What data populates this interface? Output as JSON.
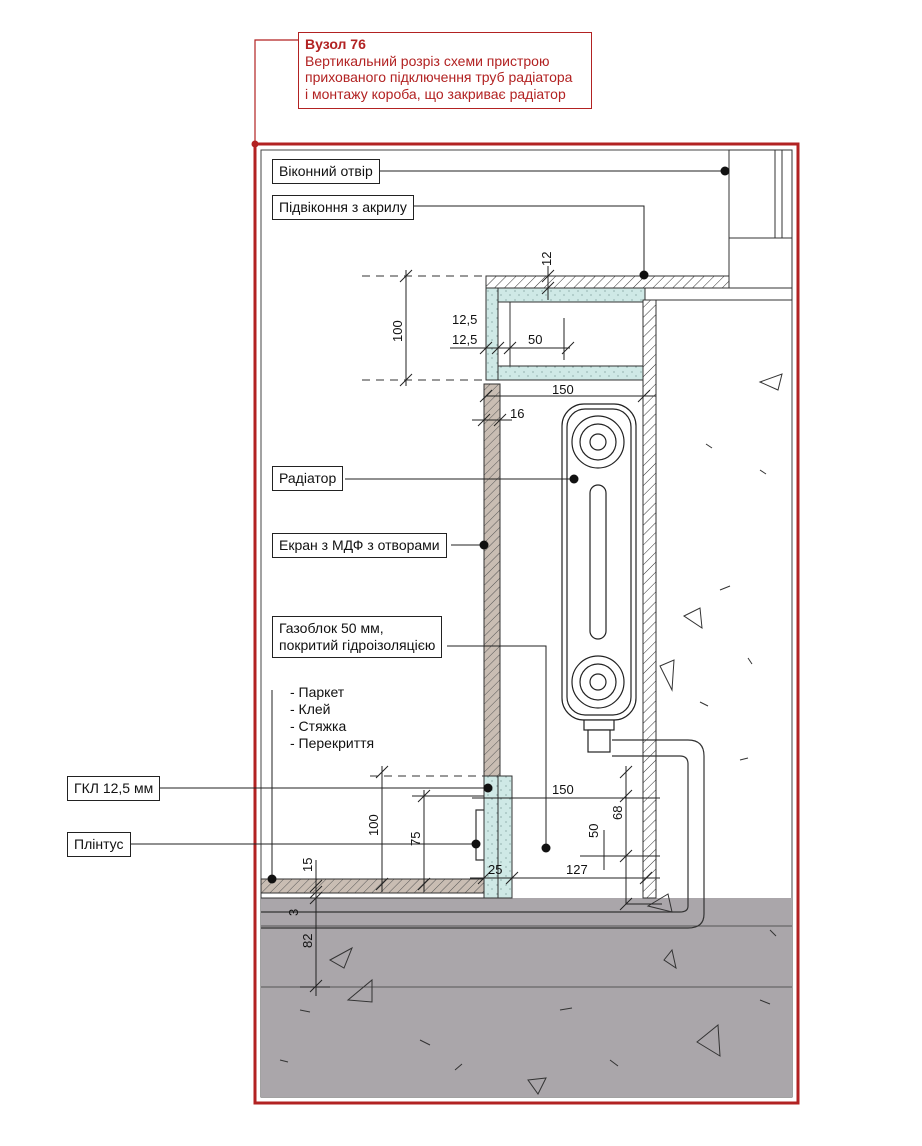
{
  "title": {
    "node": "Вузол 76",
    "lines": [
      "Вертикальний розріз схеми пристрою",
      "прихованого підключення труб радіатора",
      "і монтажу короба, що закриває радіатор"
    ]
  },
  "callouts": {
    "window_opening": "Віконний отвір",
    "sill": "Підвіконня з акрилу",
    "radiator": "Радіатор",
    "mdf_screen": "Екран з МДФ з отворами",
    "aerated_block": [
      "Газоблок 50 мм,",
      "покритий гідроізоляцією"
    ],
    "floor_layers": [
      "- Паркет",
      "- Клей",
      "- Стяжка",
      "- Перекриття"
    ],
    "gkl": "ГКЛ 12,5 мм",
    "plinth": "Плінтус"
  },
  "dimensions": {
    "d12": "12",
    "d100_top": "100",
    "d12_5_a": "12,5",
    "d12_5_b": "12,5",
    "d50_top": "50",
    "d150_top": "150",
    "d16": "16",
    "d150_bottom": "150",
    "d100_bottom": "100",
    "d75": "75",
    "d68": "68",
    "d50_bottom": "50",
    "d25": "25",
    "d127": "127",
    "d15": "15",
    "d3": "3",
    "d82": "82"
  },
  "colors": {
    "frame": "#b22222",
    "insulation": "#cfe9e6",
    "concrete": "#aaa6aa",
    "mdf": "#c9bdb3",
    "parquet": "#c9bdb3"
  }
}
